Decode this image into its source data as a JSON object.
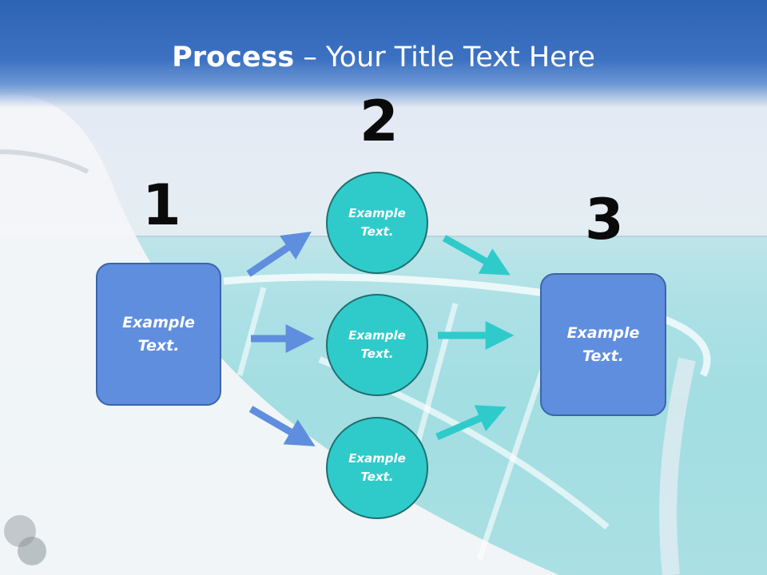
{
  "slide": {
    "title_bold": "Process",
    "title_rest": " – Your Title Text Here",
    "step_numbers": [
      "1",
      "2",
      "3"
    ],
    "box_left_text": "Example\nText.",
    "box_right_text": "Example\nText.",
    "circles": [
      {
        "text": "Example\nText."
      },
      {
        "text": "Example\nText."
      },
      {
        "text": "Example\nText."
      }
    ]
  },
  "colors": {
    "title_band": "#3c71c2",
    "box_fill": "#5f8edf",
    "circle_fill": "#2fcbcb",
    "arrow_blue": "#5f8edf",
    "arrow_teal": "#2fcbcb"
  }
}
